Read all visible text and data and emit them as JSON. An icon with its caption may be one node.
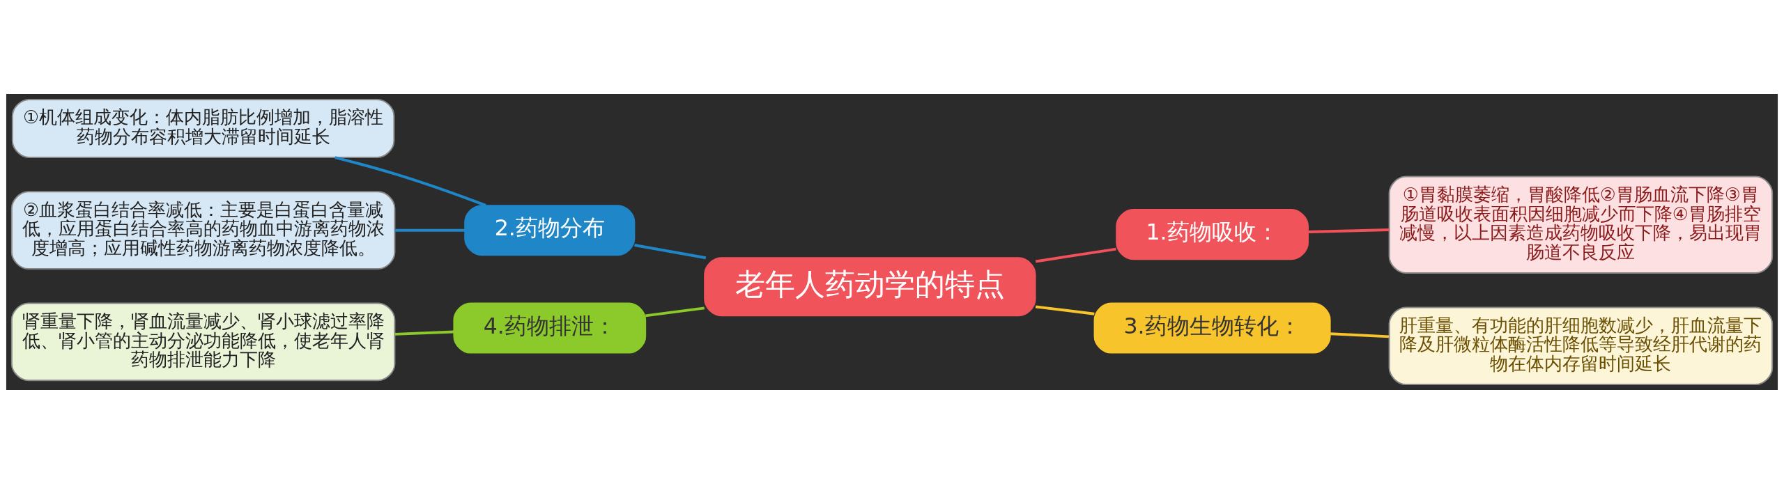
{
  "diagram": {
    "nodes": [
      {
        "text": [
          "老年人药动学的特点"
        ]
      },
      {
        "text": [
          "1.药物吸收："
        ]
      },
      {
        "text": [
          "①胃黏膜萎缩，胃酸降低②胃肠血流下降③胃肠道吸收表面积因细胞减少而下降④胃肠排空减慢，以上因素造成药物吸收下降，易出现胃肠道不良反应"
        ]
      },
      {
        "text": [
          "2.药物分布"
        ]
      },
      {
        "text": [
          "①机体组成变化：体内脂肪比例增加，脂溶性药物分布容积增大滞留时间延长"
        ]
      },
      {
        "text": [
          "②血浆蛋白结合率减低：主要是白蛋白含量减低，应用蛋白结合率高的药物血中游离药物浓度增高；应用碱性药物游离药物浓度降低。"
        ]
      },
      {
        "text": [
          "3.药物生物转化："
        ]
      },
      {
        "text": [
          "肝重量、有功能的肝细胞数减少，肝血流量下降及肝微粒体酶活性降低等导致经肝代谢的药物在体内存留时间延长"
        ]
      },
      {
        "text": [
          "4.药物排泄："
        ]
      },
      {
        "text": [
          "肾重量下降，肾血流量减少、肾小球滤过率降低、肾小管的主动分泌功能降低，使老年人肾药物排泄能力下降"
        ]
      }
    ],
    "edges": [
      {
        "from": 0,
        "to": 1,
        "arrow": "none",
        "color": "#f0515a"
      },
      {
        "from": 1,
        "to": 2,
        "arrow": "none",
        "color": "#f0515a"
      },
      {
        "from": 0,
        "to": 3,
        "arrow": "none",
        "color": "#1f86c8"
      },
      {
        "from": 3,
        "to": 4,
        "arrow": "none",
        "color": "#1f86c8"
      },
      {
        "from": 3,
        "to": 5,
        "arrow": "none",
        "color": "#1f86c8"
      },
      {
        "from": 0,
        "to": 6,
        "arrow": "none",
        "color": "#f8c42c"
      },
      {
        "from": 6,
        "to": 7,
        "arrow": "none",
        "color": "#f8c42c"
      },
      {
        "from": 0,
        "to": 8,
        "arrow": "none",
        "color": "#8cc92a"
      },
      {
        "from": 8,
        "to": 9,
        "arrow": "none",
        "color": "#8cc92a"
      }
    ]
  }
}
